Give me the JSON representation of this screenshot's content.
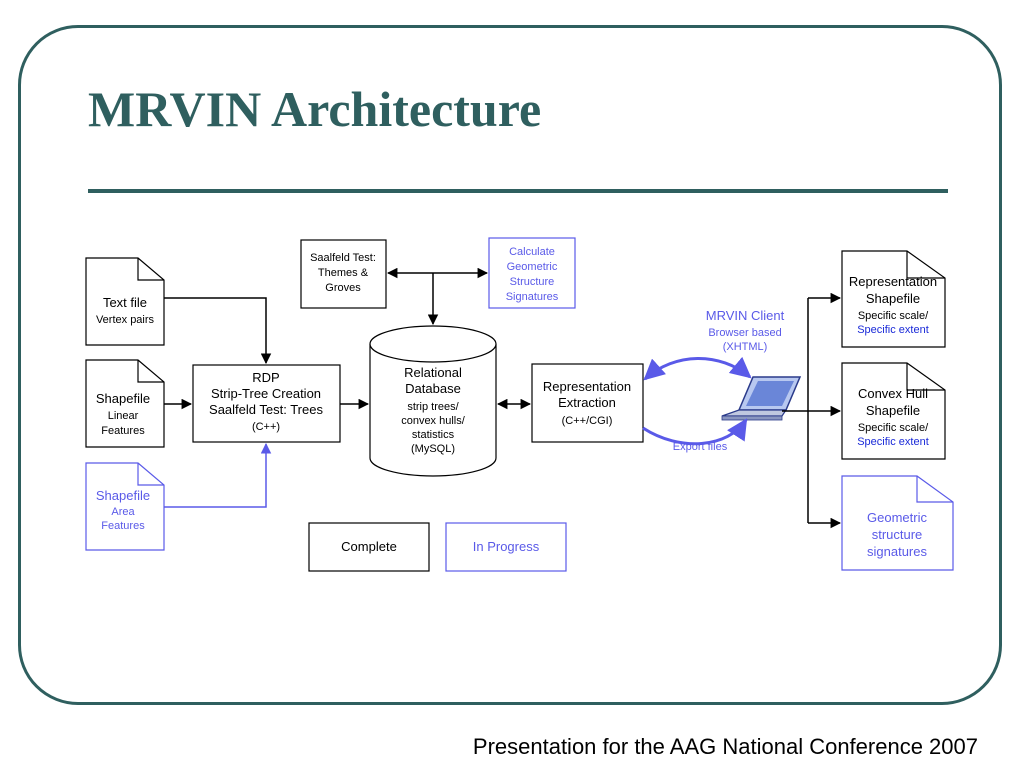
{
  "title": "MRVIN Architecture",
  "footer": "Presentation for the AAG National Conference 2007",
  "colors": {
    "accent": "#2f5f5f",
    "in_progress": "#5a5ae8"
  },
  "nodes": {
    "saalfeld_themes": {
      "lines": [
        "Saalfeld Test:",
        "Themes &",
        "Groves"
      ]
    },
    "calculate_signatures": {
      "lines": [
        "Calculate",
        "Geometric",
        "Structure",
        "Signatures"
      ]
    },
    "text_file": {
      "title": "Text file",
      "subtitle": "Vertex pairs"
    },
    "shapefile_linear": {
      "title": "Shapefile",
      "subtitle_lines": [
        "Linear",
        "Features"
      ]
    },
    "shapefile_area": {
      "title": "Shapefile",
      "subtitle_lines": [
        "Area",
        "Features"
      ]
    },
    "rdp": {
      "lines": [
        "RDP",
        "Strip-Tree Creation",
        "Saalfeld Test: Trees"
      ],
      "tech": "(C++)"
    },
    "database": {
      "lines": [
        "Relational",
        "Database"
      ],
      "details": [
        "strip trees/",
        "convex hulls/",
        "statistics",
        "(MySQL)"
      ]
    },
    "representation_extraction": {
      "lines": [
        "Representation",
        "Extraction"
      ],
      "tech": "(C++/CGI)"
    },
    "mrvin_client": {
      "title": "MRVIN Client",
      "subtitle_lines": [
        "Browser based",
        "(XHTML)"
      ]
    },
    "export_files": "Export files",
    "out_representation": {
      "lines": [
        "Representation",
        "Shapefile"
      ],
      "scale": "Specific scale/",
      "extent": "Specific extent"
    },
    "out_convex_hull": {
      "lines": [
        "Convex Hull",
        "Shapefile"
      ],
      "scale": "Specific scale/",
      "extent": "Specific extent"
    },
    "out_signatures": {
      "lines": [
        "Geometric",
        "structure",
        "signatures"
      ]
    }
  },
  "legend": {
    "complete": "Complete",
    "in_progress": "In Progress"
  }
}
